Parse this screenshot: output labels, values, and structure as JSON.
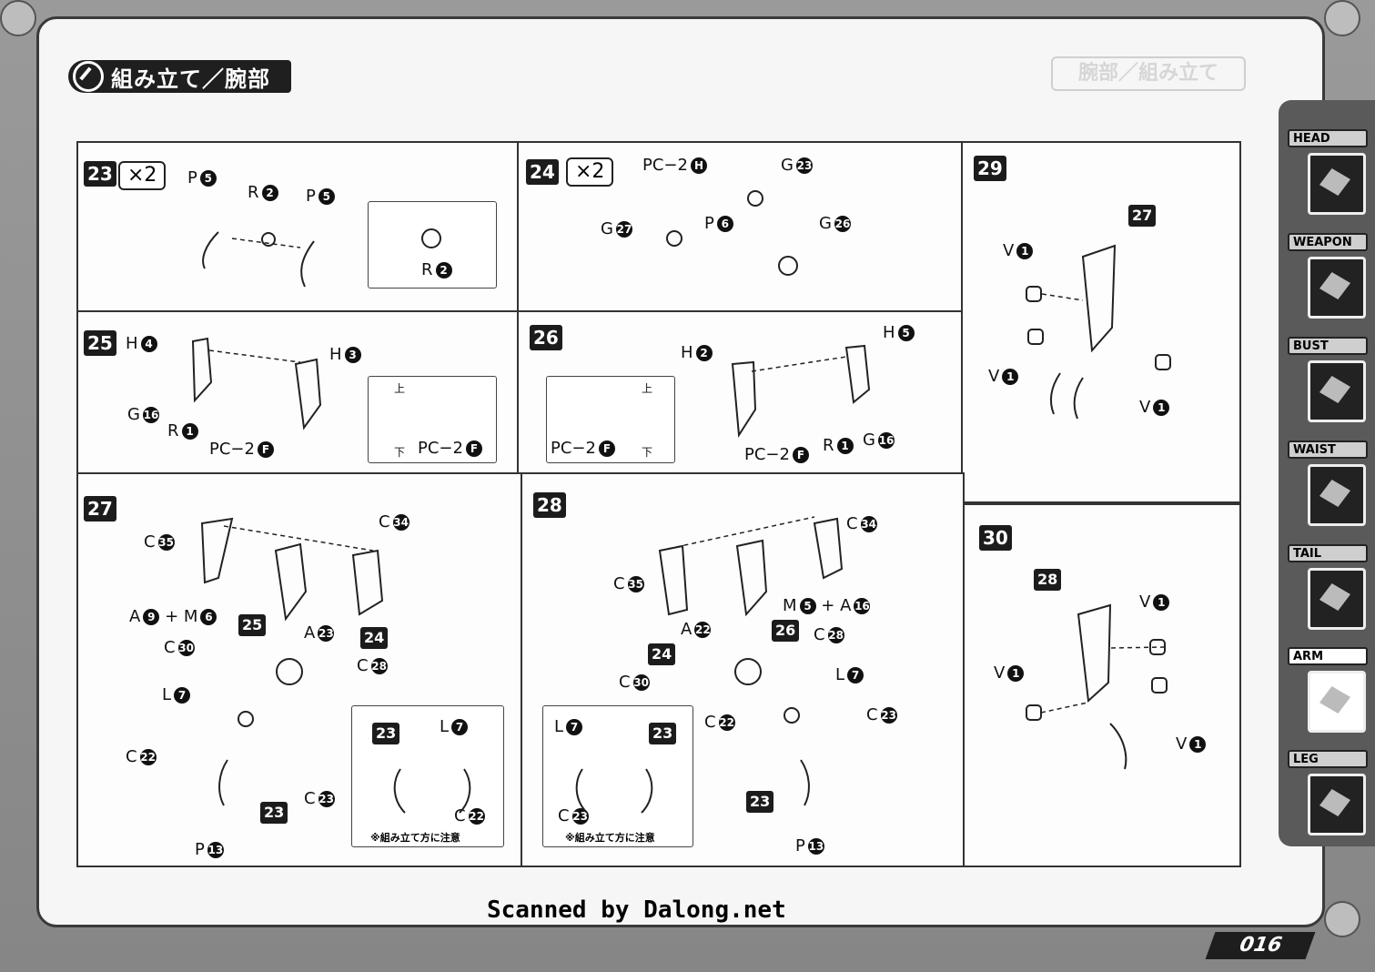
{
  "section_title": "組み立て／腕部",
  "section_title_ghost": "腕部／組み立て",
  "sidebar": {
    "tabs": [
      {
        "label": "HEAD"
      },
      {
        "label": "WEAPON"
      },
      {
        "label": "BUST"
      },
      {
        "label": "WAIST"
      },
      {
        "label": "TAIL"
      },
      {
        "label": "ARM",
        "active": true
      },
      {
        "label": "LEG"
      }
    ]
  },
  "steps": {
    "s23": {
      "num": "23",
      "qty": "×2",
      "labels": [
        "P",
        "5",
        "R",
        "2",
        "P",
        "5",
        "R",
        "2"
      ]
    },
    "s24": {
      "num": "24",
      "qty": "×2",
      "labels": [
        "PC−2",
        "H",
        "G",
        "23",
        "G",
        "27",
        "P",
        "6",
        "G",
        "26"
      ]
    },
    "s25": {
      "num": "25",
      "labels": [
        "H",
        "4",
        "H",
        "3",
        "G",
        "16",
        "R",
        "1",
        "PC−2",
        "F",
        "上",
        "下",
        "PC−2",
        "F"
      ]
    },
    "s26": {
      "num": "26",
      "labels": [
        "H",
        "2",
        "H",
        "5",
        "PC−2",
        "F",
        "R",
        "1",
        "G",
        "16",
        "上",
        "下",
        "PC−2",
        "F"
      ]
    },
    "s27": {
      "num": "27",
      "labels": [
        "C",
        "35",
        "C",
        "34",
        "A",
        "9",
        "+",
        "M",
        "6",
        "25",
        "A",
        "23",
        "24",
        "C",
        "30",
        "C",
        "28",
        "L",
        "7",
        "C",
        "22",
        "C",
        "23",
        "23",
        "P",
        "13"
      ],
      "callout": {
        "num": "23",
        "labels": [
          "L",
          "7",
          "C",
          "22"
        ],
        "caution": "※組み立て方に注意"
      }
    },
    "s28": {
      "num": "28",
      "labels": [
        "C",
        "34",
        "C",
        "35",
        "M",
        "5",
        "+",
        "A",
        "16",
        "A",
        "22",
        "26",
        "C",
        "28",
        "24",
        "C",
        "30",
        "L",
        "7",
        "C",
        "22",
        "C",
        "23",
        "23",
        "P",
        "13"
      ],
      "callout": {
        "num": "23",
        "labels": [
          "L",
          "7",
          "C",
          "23"
        ],
        "caution": "※組み立て方に注意"
      }
    },
    "s29": {
      "num": "29",
      "labels": [
        "27",
        "V",
        "1",
        "V",
        "1",
        "V",
        "1"
      ]
    },
    "s30": {
      "num": "30",
      "labels": [
        "28",
        "V",
        "1",
        "V",
        "1",
        "V",
        "1"
      ]
    }
  },
  "watermark": "Scanned by Dalong.net",
  "page_number": "016"
}
